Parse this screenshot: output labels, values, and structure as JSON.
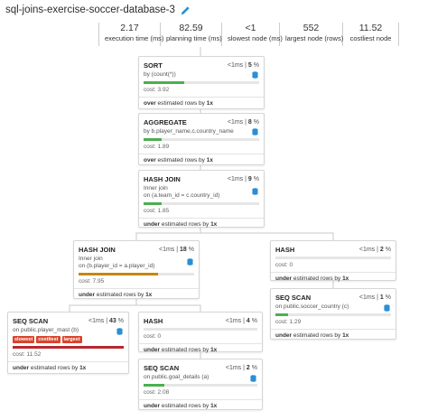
{
  "title": "sql-joins-exercise-soccer-database-3",
  "stats": [
    {
      "value": "2.17",
      "label": "execution time (ms)"
    },
    {
      "value": "82.59",
      "label": "planning time (ms)"
    },
    {
      "value": "<1",
      "label": "slowest node (ms)"
    },
    {
      "value": "552",
      "label": "largest node (rows)"
    },
    {
      "value": "11.52",
      "label": "costliest node"
    }
  ],
  "nodes": {
    "sort": {
      "name": "SORT",
      "time": "<1ms",
      "pct": "5",
      "pct_sign": "%",
      "line1": "by (count(*))",
      "cost": "cost: 3.92",
      "est_word": "over",
      "est_rest": " estimated rows by ",
      "est_x": "1x",
      "bar": 0.35,
      "bar_color": "#4caf50"
    },
    "aggregate": {
      "name": "AGGREGATE",
      "time": "<1ms",
      "pct": "8",
      "pct_sign": "%",
      "line1": "by b.player_name,c.country_name",
      "cost": "cost: 1.89",
      "est_word": "over",
      "est_rest": " estimated rows by ",
      "est_x": "1x",
      "bar": 0.16,
      "bar_color": "#4caf50"
    },
    "hashjoin1": {
      "name": "HASH JOIN",
      "time": "<1ms",
      "pct": "9",
      "pct_sign": "%",
      "line1": "Inner join",
      "line2": "on (a.team_id = c.country_id)",
      "cost": "cost: 1.85",
      "est_word": "under",
      "est_rest": " estimated rows by ",
      "est_x": "1x",
      "bar": 0.16,
      "bar_color": "#4caf50"
    },
    "hashjoin2": {
      "name": "HASH JOIN",
      "time": "<1ms",
      "pct": "18",
      "pct_sign": "%",
      "line1": "Inner join",
      "line2": "on (b.player_id = a.player_id)",
      "cost": "cost: 7.95",
      "est_word": "under",
      "est_rest": " estimated rows by ",
      "est_x": "1x",
      "bar": 0.69,
      "bar_color": "#c8860a"
    },
    "hash_right": {
      "name": "HASH",
      "time": "<1ms",
      "pct": "2",
      "pct_sign": "%",
      "cost": "cost: 0",
      "est_word": "under",
      "est_rest": " estimated rows by ",
      "est_x": "1x",
      "bar": 0.0,
      "bar_color": "#4caf50"
    },
    "seqscan_country": {
      "name": "SEQ SCAN",
      "time": "<1ms",
      "pct": "1",
      "pct_sign": "%",
      "line1": "on public.soccer_country (c)",
      "cost": "cost: 1.29",
      "est_word": "under",
      "est_rest": " estimated rows by ",
      "est_x": "1x",
      "bar": 0.11,
      "bar_color": "#4caf50"
    },
    "seqscan_player": {
      "name": "SEQ SCAN",
      "time": "<1ms",
      "pct": "43",
      "pct_sign": "%",
      "line1": "on public.player_mast (b)",
      "tags": [
        "slowest",
        "costliest",
        "largest"
      ],
      "cost": "cost: 11.52",
      "est_word": "under",
      "est_rest": " estimated rows by ",
      "est_x": "1x",
      "bar": 1.0,
      "bar_color": "#b7282e"
    },
    "hash_left": {
      "name": "HASH",
      "time": "<1ms",
      "pct": "4",
      "pct_sign": "%",
      "cost": "cost: 0",
      "est_word": "under",
      "est_rest": " estimated rows by ",
      "est_x": "1x",
      "bar": 0.0,
      "bar_color": "#4caf50"
    },
    "seqscan_goal": {
      "name": "SEQ SCAN",
      "time": "<1ms",
      "pct": "2",
      "pct_sign": "%",
      "line1": "on public.goal_details (a)",
      "cost": "cost: 2.08",
      "est_word": "under",
      "est_rest": " estimated rows by ",
      "est_x": "1x",
      "bar": 0.18,
      "bar_color": "#4caf50"
    }
  },
  "colors": {
    "accent": "#2a8fd6",
    "green": "#4caf50",
    "red": "#b7282e",
    "tag": "#d9442c"
  }
}
